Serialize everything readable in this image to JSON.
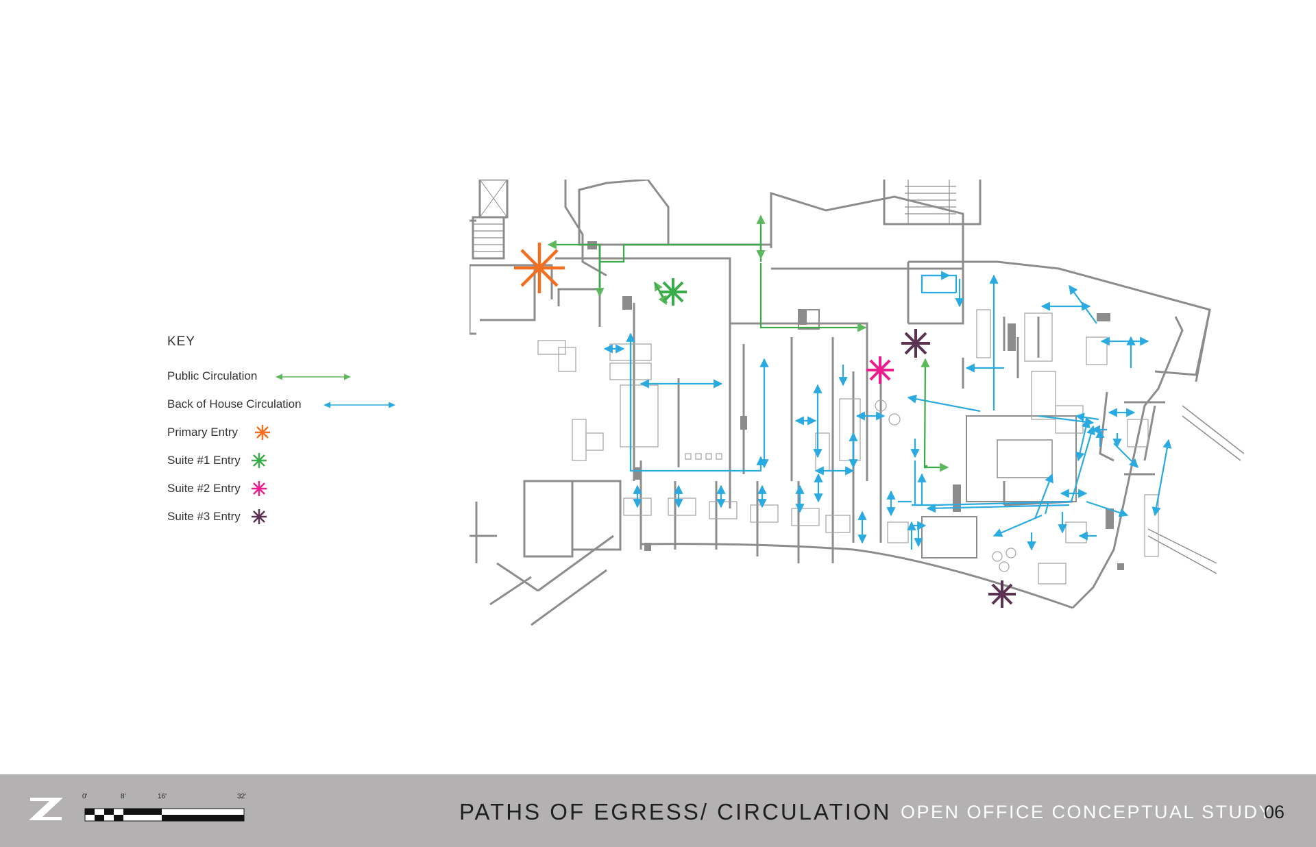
{
  "colors": {
    "public": "#5cb85c",
    "back_of_house": "#29aae1",
    "primary_entry": "#f26f21",
    "suite1_entry": "#3aab49",
    "suite2_entry": "#ec1c8c",
    "suite3_entry": "#5b3251",
    "walls": "#8c8c8c",
    "footer_bg": "#b3b1b1"
  },
  "key": {
    "title": "KEY",
    "items": [
      {
        "label": "Public Circulation",
        "icon": "green-double-arrow-icon"
      },
      {
        "label": "Back of House Circulation",
        "icon": "blue-double-arrow-icon"
      },
      {
        "label": "Primary Entry",
        "icon": "orange-asterisk-icon"
      },
      {
        "label": "Suite #1 Entry",
        "icon": "green-asterisk-icon"
      },
      {
        "label": "Suite #2 Entry",
        "icon": "magenta-asterisk-icon"
      },
      {
        "label": "Suite #3 Entry",
        "icon": "purple-asterisk-icon"
      }
    ]
  },
  "scale_bar": {
    "labels": [
      "0'",
      "8'",
      "16'",
      "32'"
    ]
  },
  "footer": {
    "logo": "Z",
    "title": "PATHS OF EGRESS/ CIRCULATION",
    "subtitle": "OPEN OFFICE CONCEPTUAL STUDY",
    "page_number": "06"
  }
}
